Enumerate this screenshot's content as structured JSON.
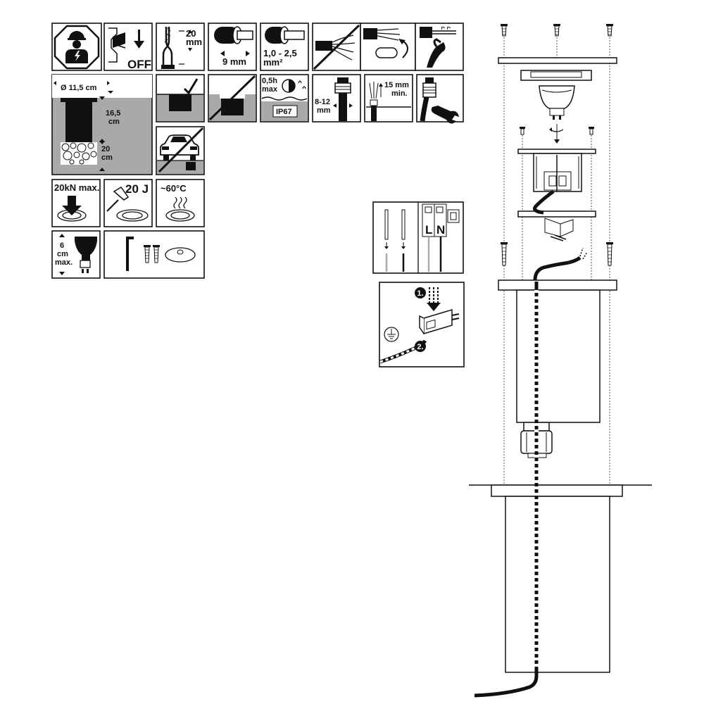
{
  "icons": {
    "electrician": "electrician-icon",
    "power_off_label": "OFF",
    "strip_length": "20\nmm",
    "strip_jacket": "9 mm",
    "wire_section": "1,0 - 2,5\nmm²",
    "immersion_time": "0,5h\nmax",
    "ip_rating": "IP67",
    "cable_diameter": "8-12\nmm",
    "cable_clearance": "15 mm\nmin.",
    "hole_diameter": "Ø 11,5 cm",
    "hole_depth": "16,5\ncm",
    "gravel_depth": "20\ncm",
    "load": "20kN max.",
    "impact": "20 J",
    "temperature": "~60°C",
    "lamp_height": "6\ncm\nmax.",
    "terminal_l": "L",
    "terminal_n": "N",
    "step_1": "1.",
    "step_2": "2."
  }
}
